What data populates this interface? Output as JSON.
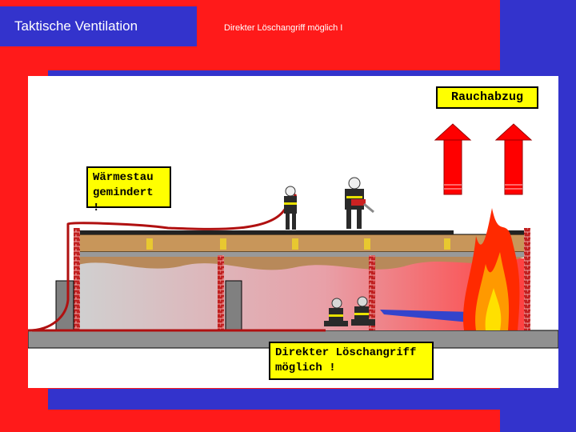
{
  "header": {
    "title": "Taktische Ventilation",
    "subtitle": "Direkter Löschangriff möglich I"
  },
  "labels": {
    "rauchabzug": "Rauchabzug",
    "waermestau_line1": "Wärmestau",
    "waermestau_line2": "gemindert !",
    "loeschangriff_line1": "Direkter Löschangriff",
    "loeschangriff_line2": "möglich !"
  },
  "colors": {
    "background_red": "#ff1a1a",
    "accent_blue": "#3333cc",
    "label_yellow": "#ffff00",
    "smoke_brown": "#b8895a",
    "wall_red": "#cc2222"
  },
  "icons": [
    "arrow-up-icon",
    "firefighter-icon",
    "fire-icon",
    "hose-icon"
  ]
}
